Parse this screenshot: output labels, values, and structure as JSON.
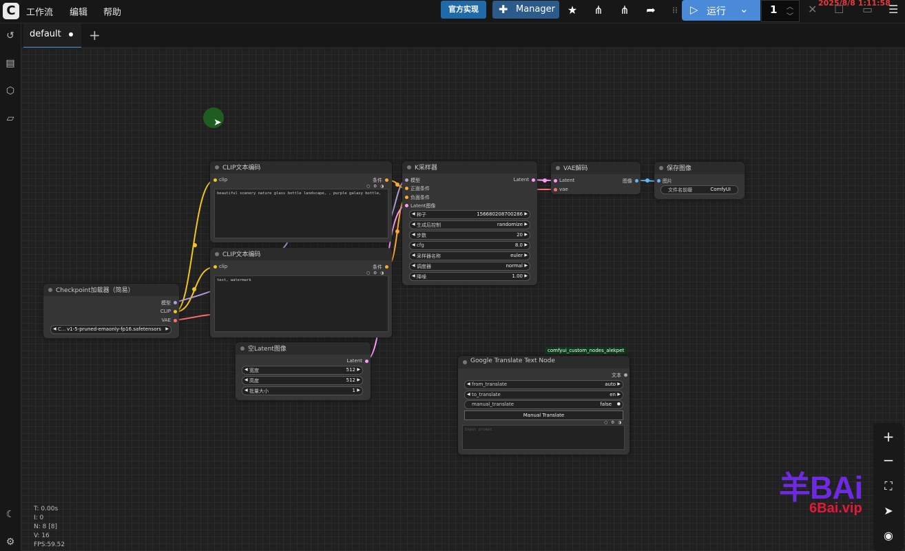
{
  "app": {
    "logo": "C",
    "menu": [
      "工作流",
      "编辑",
      "帮助"
    ]
  },
  "toolbar": {
    "official_label": "官方实现",
    "manager_label": "Manager",
    "run_label": "运行",
    "batch_count": "1",
    "clock": "2025/8/8  1:11:58"
  },
  "tabs": [
    {
      "label": "default"
    }
  ],
  "nodes": {
    "clip1": {
      "title": "CLIP文本编码",
      "input_clip": "clip",
      "output": "条件",
      "text": "beautiful scenery nature glass bottle landscape, , purple galaxy bottle,"
    },
    "clip2": {
      "title": "CLIP文本编码",
      "input_clip": "clip",
      "output": "条件",
      "text": "text, watermark"
    },
    "ksampler": {
      "title": "K采样器",
      "inputs": [
        "模型",
        "正面条件",
        "负面条件",
        "Latent图像"
      ],
      "output": "Latent",
      "widgets": [
        {
          "name": "种子",
          "value": "156680208700286"
        },
        {
          "name": "生成后控制",
          "value": "randomize"
        },
        {
          "name": "步数",
          "value": "20"
        },
        {
          "name": "cfg",
          "value": "8.0"
        },
        {
          "name": "采样器名称",
          "value": "euler"
        },
        {
          "name": "调度器",
          "value": "normal"
        },
        {
          "name": "降噪",
          "value": "1.00"
        }
      ]
    },
    "vae": {
      "title": "VAE解码",
      "inputs": [
        "Latent",
        "vae"
      ],
      "output": "图像"
    },
    "save": {
      "title": "保存图像",
      "input": "图片",
      "widget_name": "文件名前缀",
      "widget_value": "ComfyUI"
    },
    "checkpoint": {
      "title": "Checkpoint加载器（简易）",
      "outputs": [
        "模型",
        "CLIP",
        "VAE"
      ],
      "widget_name": "C...",
      "widget_value": "v1-5-pruned-emaonly-fp16.safetensors"
    },
    "latent": {
      "title": "空Latent图像",
      "output": "Latent",
      "widgets": [
        {
          "name": "宽度",
          "value": "512"
        },
        {
          "name": "高度",
          "value": "512"
        },
        {
          "name": "批量大小",
          "value": "1"
        }
      ]
    },
    "translate": {
      "badge": "comfyui_custom_nodes_alekpet",
      "title": "Google Translate Text Node",
      "output": "文本",
      "widgets": [
        {
          "name": "from_translate",
          "value": "auto"
        },
        {
          "name": "to_translate",
          "value": "en"
        },
        {
          "name": "manual_translate",
          "value": "false"
        }
      ],
      "button": "Manual Translate",
      "placeholder": "Input prompt"
    }
  },
  "stats": {
    "t": "T: 0.00s",
    "i": "I: 0",
    "n": "N: 8 [8]",
    "v": "V: 16",
    "fps": "FPS:59.52"
  },
  "watermark": {
    "brand": "羊BAi",
    "url": "6Bai.vip"
  },
  "colors": {
    "accent": "#4a8ad9",
    "clip_link": "#f5c518",
    "model_link": "#b39ddb",
    "vae_link": "#ff6e6e",
    "latent_link": "#ff9cf9",
    "cond_link": "#ffa931",
    "image_link": "#64b5f6"
  }
}
